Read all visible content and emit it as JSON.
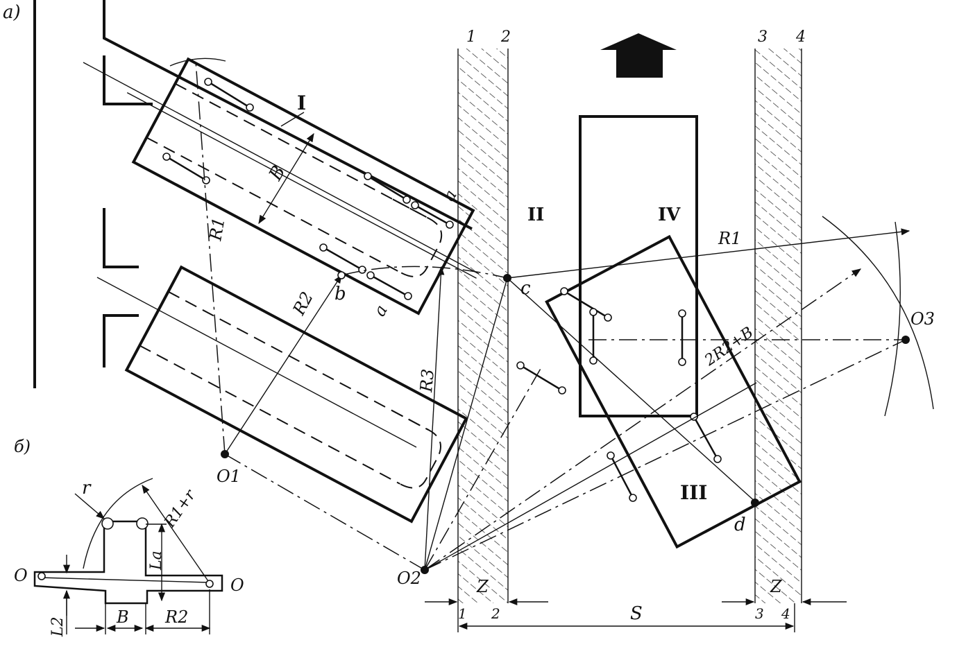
{
  "panels": {
    "a": "a)",
    "b": "б)"
  },
  "zones": {
    "I": "I",
    "II": "II",
    "III": "III",
    "IV": "IV"
  },
  "walls": {
    "left": {
      "edge1": "1",
      "edge2": "2",
      "width": "Z"
    },
    "right": {
      "edge3": "3",
      "edge4": "4",
      "width": "Z"
    },
    "spacing": "S"
  },
  "points": {
    "b": "b",
    "c": "c",
    "d": "d",
    "O1": "O1",
    "O2": "O2",
    "O3": "O3"
  },
  "dimensions": {
    "R1": "R1",
    "R2": "R2",
    "R3": "R3",
    "B": "B",
    "a_top": "a",
    "a_bottom": "a",
    "twoR2B": "2R2+B"
  },
  "detail": {
    "r": "r",
    "R1r": "R1+r",
    "La": "La",
    "L2": "L2",
    "B": "B",
    "R2": "R2",
    "O_left": "O",
    "O_right": "O"
  },
  "colors": {
    "ink": "#111111",
    "paper": "#ffffff",
    "hatch": "#222222"
  },
  "icons": {
    "direction_arrow": "up-arrow-icon"
  }
}
